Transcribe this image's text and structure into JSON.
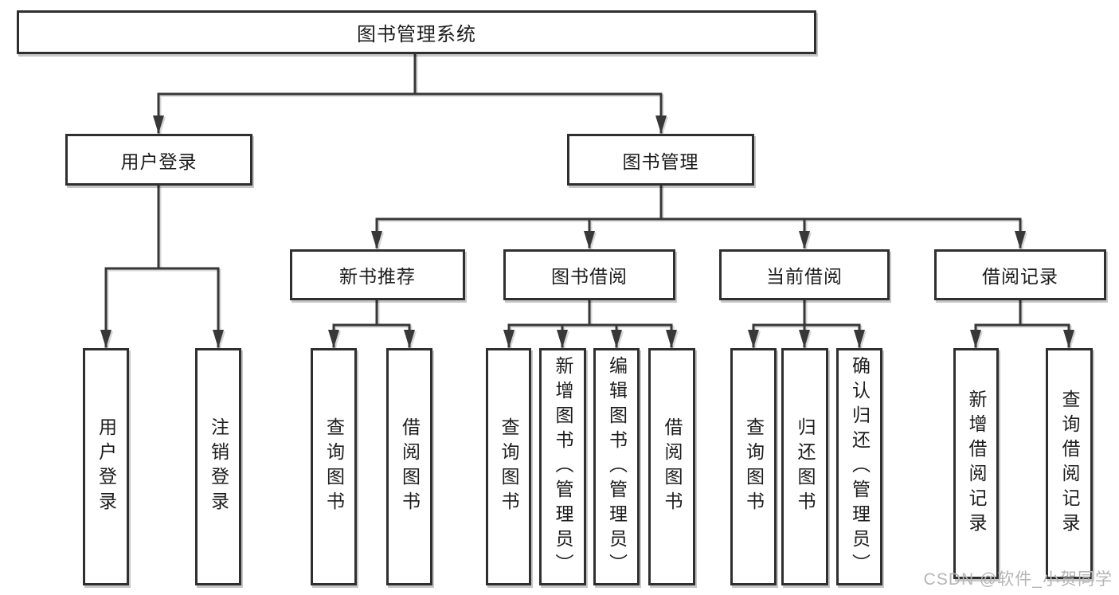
{
  "diagram": {
    "root": {
      "label": "图书管理系统"
    },
    "user_login": {
      "label": "用户登录",
      "children": [
        {
          "label": "用户登录"
        },
        {
          "label": "注销登录"
        }
      ]
    },
    "book_management": {
      "label": "图书管理",
      "modules": [
        {
          "label": "新书推荐",
          "children": [
            {
              "label": "查询图书"
            },
            {
              "label": "借阅图书"
            }
          ]
        },
        {
          "label": "图书借阅",
          "children": [
            {
              "label": "查询图书"
            },
            {
              "label": "新增图书（管理员）"
            },
            {
              "label": "编辑图书（管理员）"
            },
            {
              "label": "借阅图书"
            }
          ]
        },
        {
          "label": "当前借阅",
          "children": [
            {
              "label": "查询图书"
            },
            {
              "label": "归还图书"
            },
            {
              "label": "确认归还（管理员）"
            }
          ]
        },
        {
          "label": "借阅记录",
          "children": [
            {
              "label": "新增借阅记录"
            },
            {
              "label": "查询借阅记录"
            }
          ]
        }
      ]
    }
  },
  "watermark": {
    "text": "CSDN @软件_小贺同学"
  },
  "colors": {
    "line": "#383838",
    "box_border": "#2f2f2f",
    "box_fill": "#ffffff",
    "text": "#1c1c1c",
    "watermark": "#b5b5b5",
    "background": "#ffffff"
  }
}
